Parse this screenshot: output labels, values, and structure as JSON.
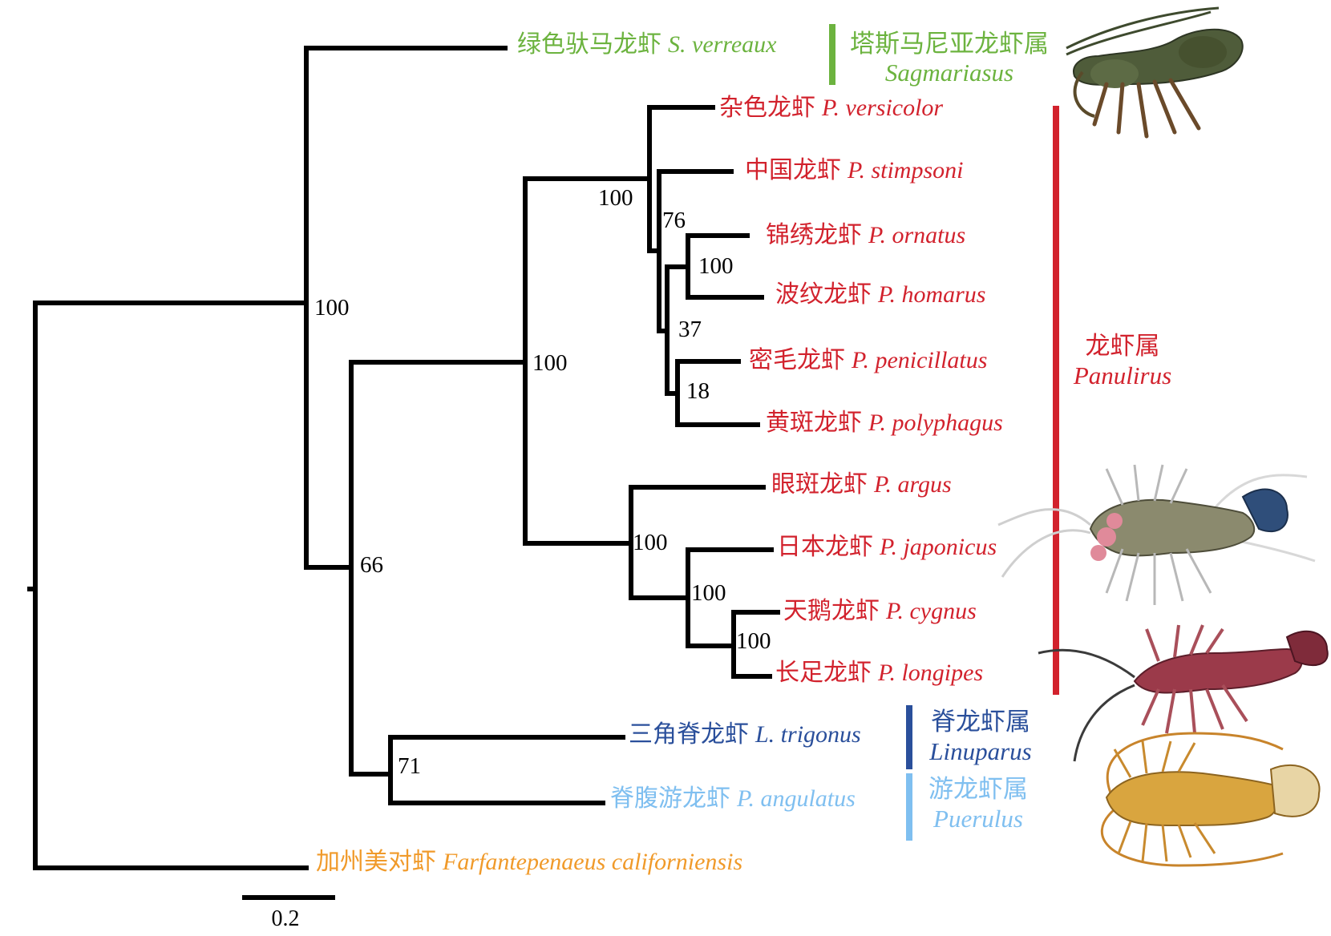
{
  "colors": {
    "sagmariasus": "#6cb33f",
    "panulirus": "#d2222d",
    "linuparus": "#2a4f9b",
    "puerulus": "#7fbff0",
    "outgroup": "#f09a2a",
    "branch": "#000000"
  },
  "taxa": {
    "verreaux": {
      "cn": "绿色驮马龙虾",
      "sci": "S. verreaux"
    },
    "versicolor": {
      "cn": "杂色龙虾",
      "sci": "P. versicolor"
    },
    "stimpsoni": {
      "cn": "中国龙虾",
      "sci": "P. stimpsoni"
    },
    "ornatus": {
      "cn": "锦绣龙虾",
      "sci": "P. ornatus"
    },
    "homarus": {
      "cn": "波纹龙虾",
      "sci": "P. homarus"
    },
    "penicillatus": {
      "cn": "密毛龙虾",
      "sci": "P. penicillatus"
    },
    "polyphagus": {
      "cn": "黄斑龙虾",
      "sci": "P. polyphagus"
    },
    "argus": {
      "cn": "眼斑龙虾",
      "sci": "P. argus"
    },
    "japonicus": {
      "cn": "日本龙虾",
      "sci": "P. japonicus"
    },
    "cygnus": {
      "cn": "天鹅龙虾",
      "sci": "P. cygnus"
    },
    "longipes": {
      "cn": "长足龙虾",
      "sci": "P. longipes"
    },
    "trigonus": {
      "cn": "三角脊龙虾",
      "sci": "L. trigonus"
    },
    "angulatus": {
      "cn": "脊腹游龙虾",
      "sci": "P. angulatus"
    },
    "californiensis": {
      "cn": "加州美对虾",
      "sci": "Farfantepenaeus californiensis"
    }
  },
  "genera": {
    "sagmariasus": {
      "cn": "塔斯马尼亚龙虾属",
      "sci": "Sagmariasus"
    },
    "panulirus": {
      "cn": "龙虾属",
      "sci": "Panulirus"
    },
    "linuparus": {
      "cn": "脊龙虾属",
      "sci": "Linuparus"
    },
    "puerulus": {
      "cn": "游龙虾属",
      "sci": "Puerulus"
    }
  },
  "support": {
    "n_sagm_rest": "100",
    "n_pan_core": "100",
    "n_pan_a": "100",
    "n_pan_b": "76",
    "n_orn_hom": "100",
    "n_pen_pol_group": "37",
    "n_pen_pol": "18",
    "n_argus_grp": "100",
    "n_jap_grp": "100",
    "n_cyg_lon": "100",
    "n_pan_lin": "66",
    "n_lin_pue": "71"
  },
  "scale_bar": {
    "label": "0.2"
  },
  "images": [
    {
      "name": "sagmariasus-photo"
    },
    {
      "name": "panulirus-photo-1"
    },
    {
      "name": "panulirus-photo-2"
    },
    {
      "name": "puerulus-photo"
    }
  ]
}
